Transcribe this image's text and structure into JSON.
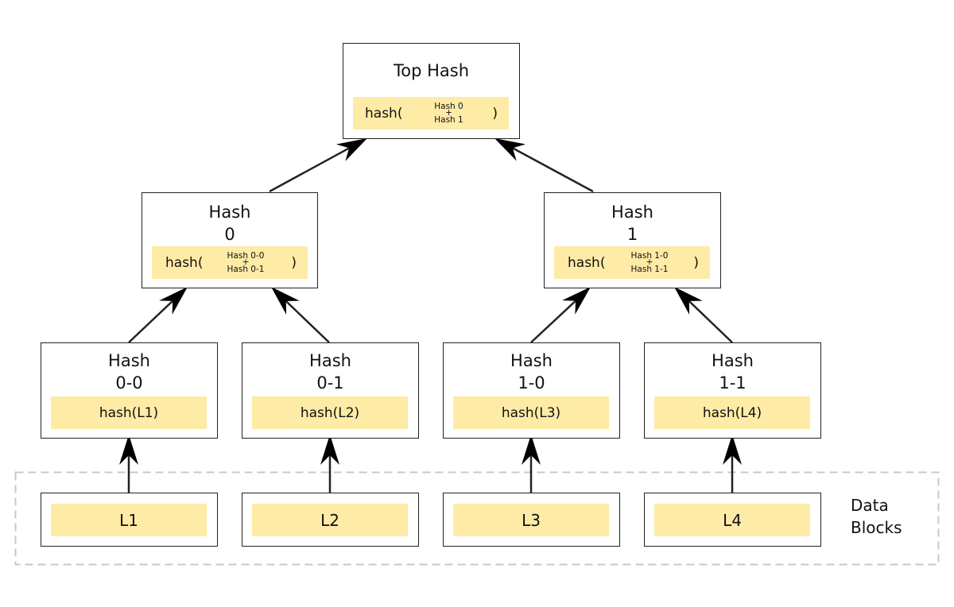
{
  "top": {
    "title": "Top Hash",
    "fn": "hash(",
    "arg1": "Hash 0",
    "op": "+",
    "arg2": "Hash 1",
    "close": ")"
  },
  "hash0": {
    "line1": "Hash",
    "line2": "0",
    "fn": "hash(",
    "arg1": "Hash 0-0",
    "op": "+",
    "arg2": "Hash 0-1",
    "close": ")"
  },
  "hash1": {
    "line1": "Hash",
    "line2": "1",
    "fn": "hash(",
    "arg1": "Hash 1-0",
    "op": "+",
    "arg2": "Hash 1-1",
    "close": ")"
  },
  "hash00": {
    "line1": "Hash",
    "line2": "0-0",
    "formula": "hash(L1)"
  },
  "hash01": {
    "line1": "Hash",
    "line2": "0-1",
    "formula": "hash(L2)"
  },
  "hash10": {
    "line1": "Hash",
    "line2": "1-0",
    "formula": "hash(L3)"
  },
  "hash11": {
    "line1": "Hash",
    "line2": "1-1",
    "formula": "hash(L4)"
  },
  "blocks": {
    "label_line1": "Data",
    "label_line2": "Blocks",
    "l1": "L1",
    "l2": "L2",
    "l3": "L3",
    "l4": "L4"
  },
  "colors": {
    "formula_fill": "#feeba6",
    "stroke": "#222222",
    "group_border": "#c8c8c8"
  }
}
